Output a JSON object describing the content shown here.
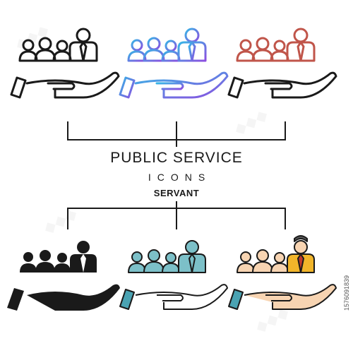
{
  "heading": {
    "title": "PUBLIC SERVICE",
    "subtitle": "ICONS",
    "tag": "SERVANT"
  },
  "stock_id": "1576091839",
  "colors": {
    "outline": "#1a1a1a",
    "gradient_start": "#37b6e6",
    "gradient_end": "#8c4ee0",
    "red_outline": "#c0554a",
    "teal_fill": "#7cc0c8",
    "teal_cuff": "#4aa3b3",
    "skin": "#f7d4b2",
    "gold": "#f1b52a",
    "grey_hair": "#5b5b5b"
  },
  "icons": [
    {
      "style": "outline-black",
      "name": "people-on-hand-icon"
    },
    {
      "style": "outline-gradient",
      "name": "people-on-hand-icon"
    },
    {
      "style": "outline-red",
      "name": "people-on-hand-icon"
    },
    {
      "style": "glyph-black",
      "name": "people-on-hand-icon"
    },
    {
      "style": "color-teal",
      "name": "people-on-hand-icon"
    },
    {
      "style": "color-full",
      "name": "people-on-hand-icon"
    }
  ]
}
